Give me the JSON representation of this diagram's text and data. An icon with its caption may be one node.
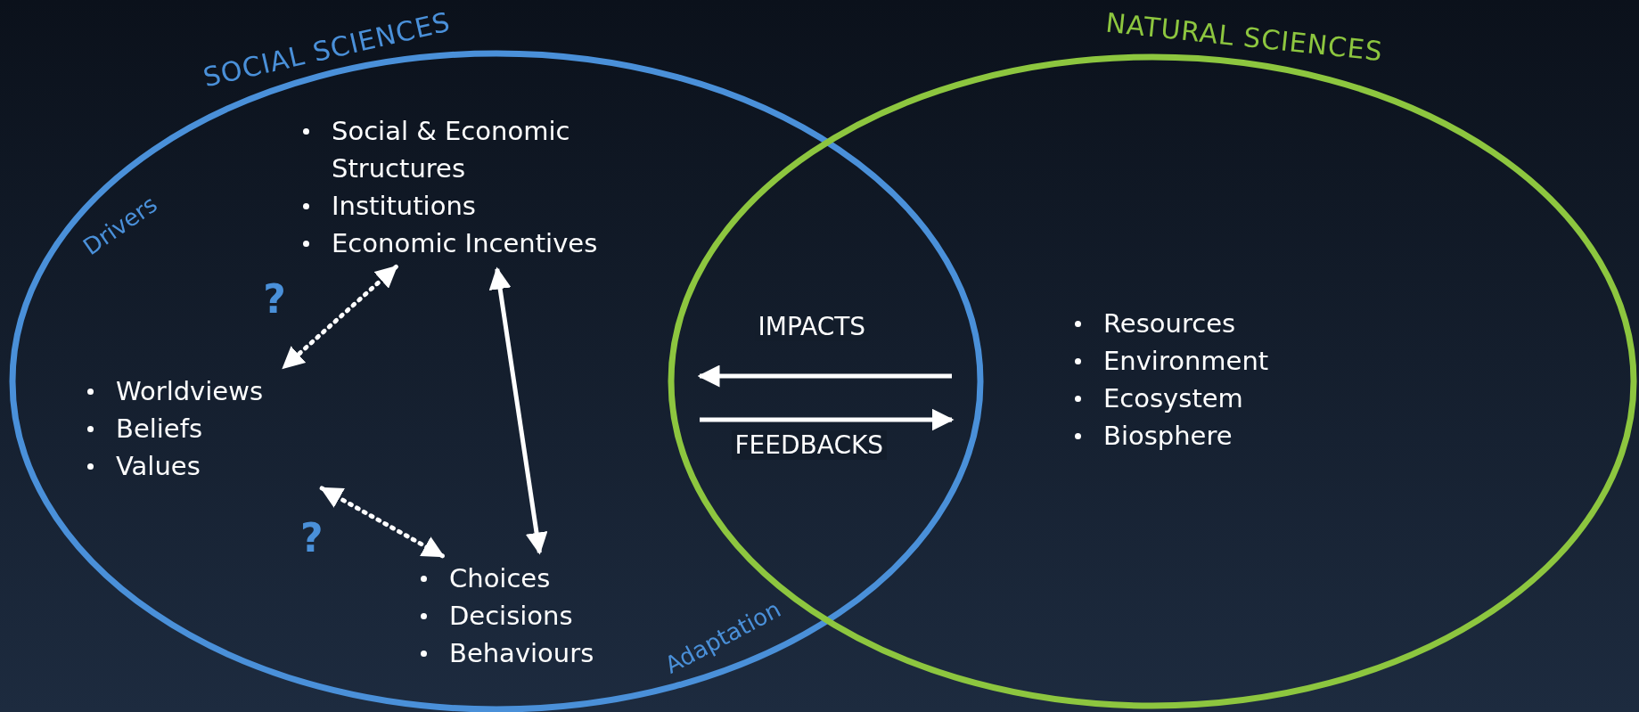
{
  "diagram": {
    "nodes": [
      {
        "text": [
          "SOCIAL SCIENCES"
        ]
      },
      {
        "text": [
          "NATURAL SCIENCES"
        ]
      },
      {
        "text": [
          "Social & Economic Structures",
          "Institutions",
          "Economic Incentives"
        ],
        "in": 0
      },
      {
        "text": [
          "Worldviews",
          "Beliefs",
          "Values"
        ],
        "in": 0
      },
      {
        "text": [
          "Choices",
          "Decisions",
          "Behaviours"
        ],
        "in": 0
      },
      {
        "text": [
          "Resources",
          "Environment",
          "Ecosystem",
          "Biosphere"
        ],
        "in": 1
      }
    ],
    "edges": [
      {
        "from": 2,
        "to": 3,
        "arrow": "both",
        "style": "dashed",
        "label": "?"
      },
      {
        "from": 3,
        "to": 4,
        "arrow": "both",
        "style": "dashed",
        "label": "?"
      },
      {
        "from": 2,
        "to": 4,
        "arrow": "both"
      },
      {
        "from": 0,
        "to": 1,
        "arrow": "to",
        "label": "IMPACTS"
      },
      {
        "from": 1,
        "to": 0,
        "arrow": "to",
        "label": "FEEDBACKS"
      }
    ],
    "labels": [
      "Drivers",
      "Adaptation"
    ]
  }
}
